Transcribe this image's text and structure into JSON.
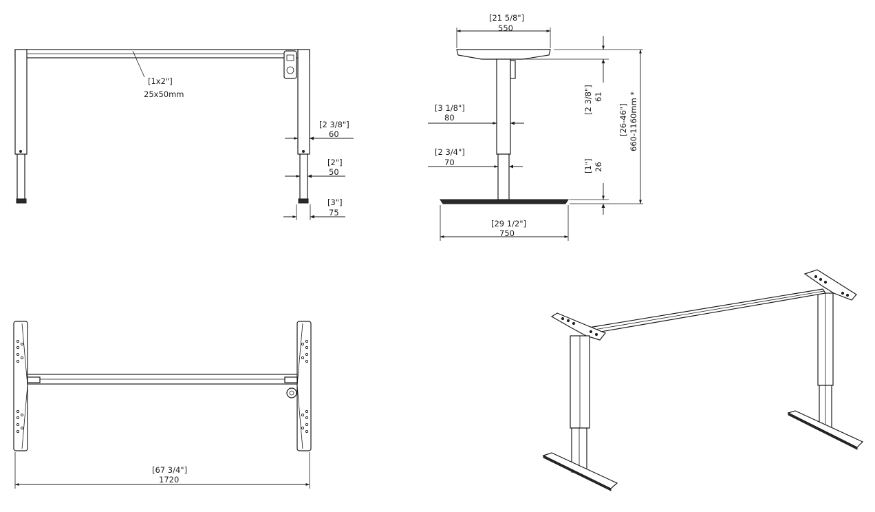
{
  "front_view": {
    "beam_section_imperial": "[1x2\"]",
    "beam_section_metric": "25x50mm",
    "upper_column_imperial": "[2 3/8\"]",
    "upper_column_metric": "60",
    "lower_column_imperial": "[2\"]",
    "lower_column_metric": "50",
    "foot_width_imperial": "[3\"]",
    "foot_width_metric": "75"
  },
  "side_view": {
    "bracket_length_imperial": "[21 5/8\"]",
    "bracket_length_metric": "550",
    "upper_column_imperial": "[3 1/8\"]",
    "upper_column_metric": "80",
    "lower_column_imperial": "[2 3/4\"]",
    "lower_column_metric": "70",
    "bracket_height_imperial": "[2 3/8\"]",
    "bracket_height_metric": "61",
    "foot_height_imperial": "[1\"]",
    "foot_height_metric": "26",
    "height_range_imperial": "[26-46\"]",
    "height_range_metric": "660-1160mm *",
    "foot_length_imperial": "[29 1/2\"]",
    "foot_length_metric": "750"
  },
  "top_view": {
    "frame_width_imperial": "[67 3/4\"]",
    "frame_width_metric": "1720"
  }
}
